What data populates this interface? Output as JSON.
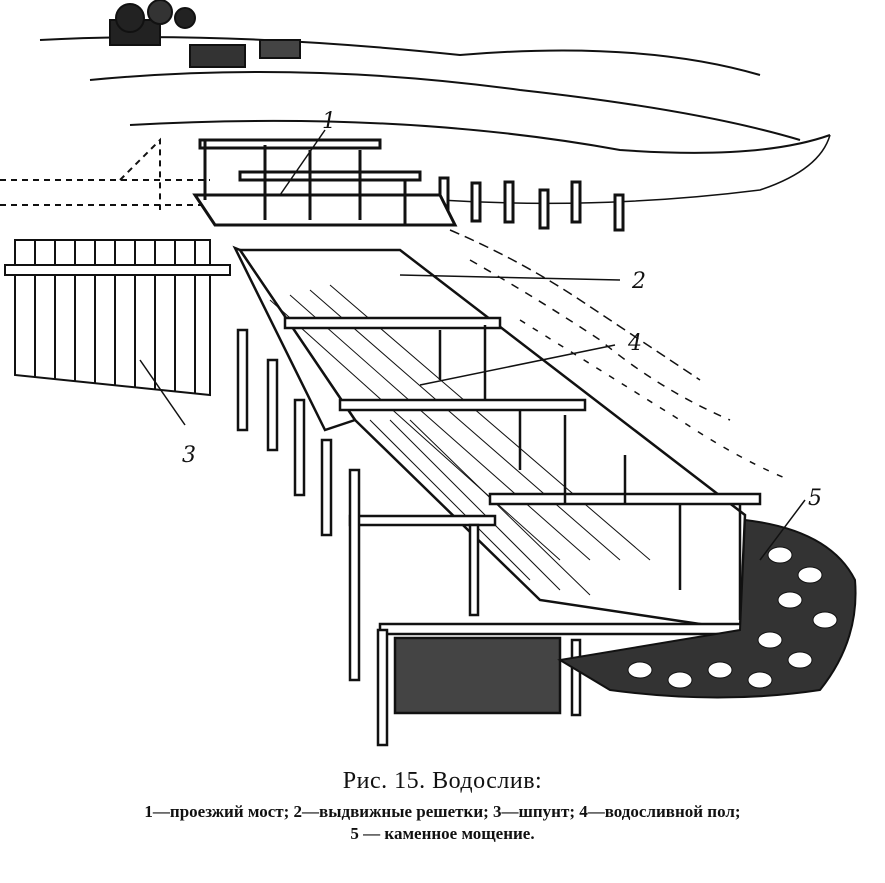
{
  "labels": [
    "1",
    "2",
    "3",
    "4",
    "5"
  ],
  "caption": {
    "title": "Рис. 15. Водослив:",
    "legend_line1": "1—проезжий мост; 2—выдвижные решетки; 3—шпунт; 4—водосливной пол;",
    "legend_line2": "5 — каменное мощение."
  }
}
